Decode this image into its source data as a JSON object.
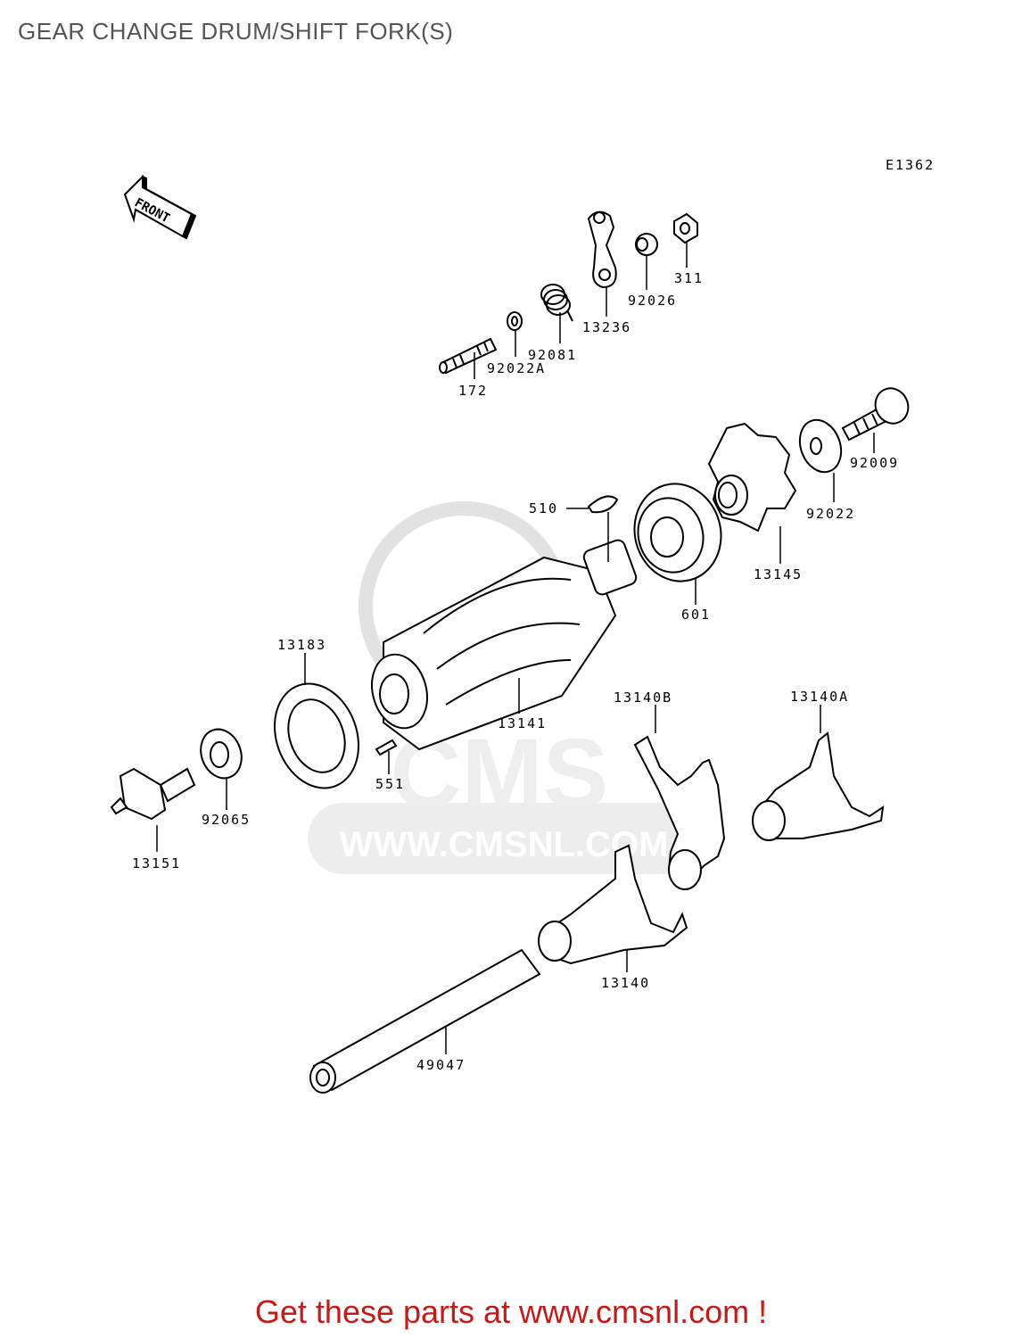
{
  "title": "GEAR CHANGE DRUM/SHIFT FORK(S)",
  "diagram_code": "E1362",
  "front_label": "FRONT",
  "watermark": {
    "brand": "CMS",
    "url": "WWW.CMSNL.COM"
  },
  "parts": [
    {
      "id": "172",
      "label": "172"
    },
    {
      "id": "92022A",
      "label": "92022A"
    },
    {
      "id": "92081",
      "label": "92081"
    },
    {
      "id": "13236",
      "label": "13236"
    },
    {
      "id": "92026",
      "label": "92026"
    },
    {
      "id": "311",
      "label": "311"
    },
    {
      "id": "92009",
      "label": "92009"
    },
    {
      "id": "92022",
      "label": "92022"
    },
    {
      "id": "510",
      "label": "510"
    },
    {
      "id": "13145",
      "label": "13145"
    },
    {
      "id": "601",
      "label": "601"
    },
    {
      "id": "13183",
      "label": "13183"
    },
    {
      "id": "13141",
      "label": "13141"
    },
    {
      "id": "13140B",
      "label": "13140B"
    },
    {
      "id": "13140A",
      "label": "13140A"
    },
    {
      "id": "551",
      "label": "551"
    },
    {
      "id": "92065",
      "label": "92065"
    },
    {
      "id": "13151",
      "label": "13151"
    },
    {
      "id": "13140",
      "label": "13140"
    },
    {
      "id": "49047",
      "label": "49047"
    }
  ],
  "footer": "Get these parts at www.cmsnl.com !",
  "colors": {
    "footer": "#c41a1a",
    "title": "#555555",
    "watermark": "#e6e6e6"
  }
}
